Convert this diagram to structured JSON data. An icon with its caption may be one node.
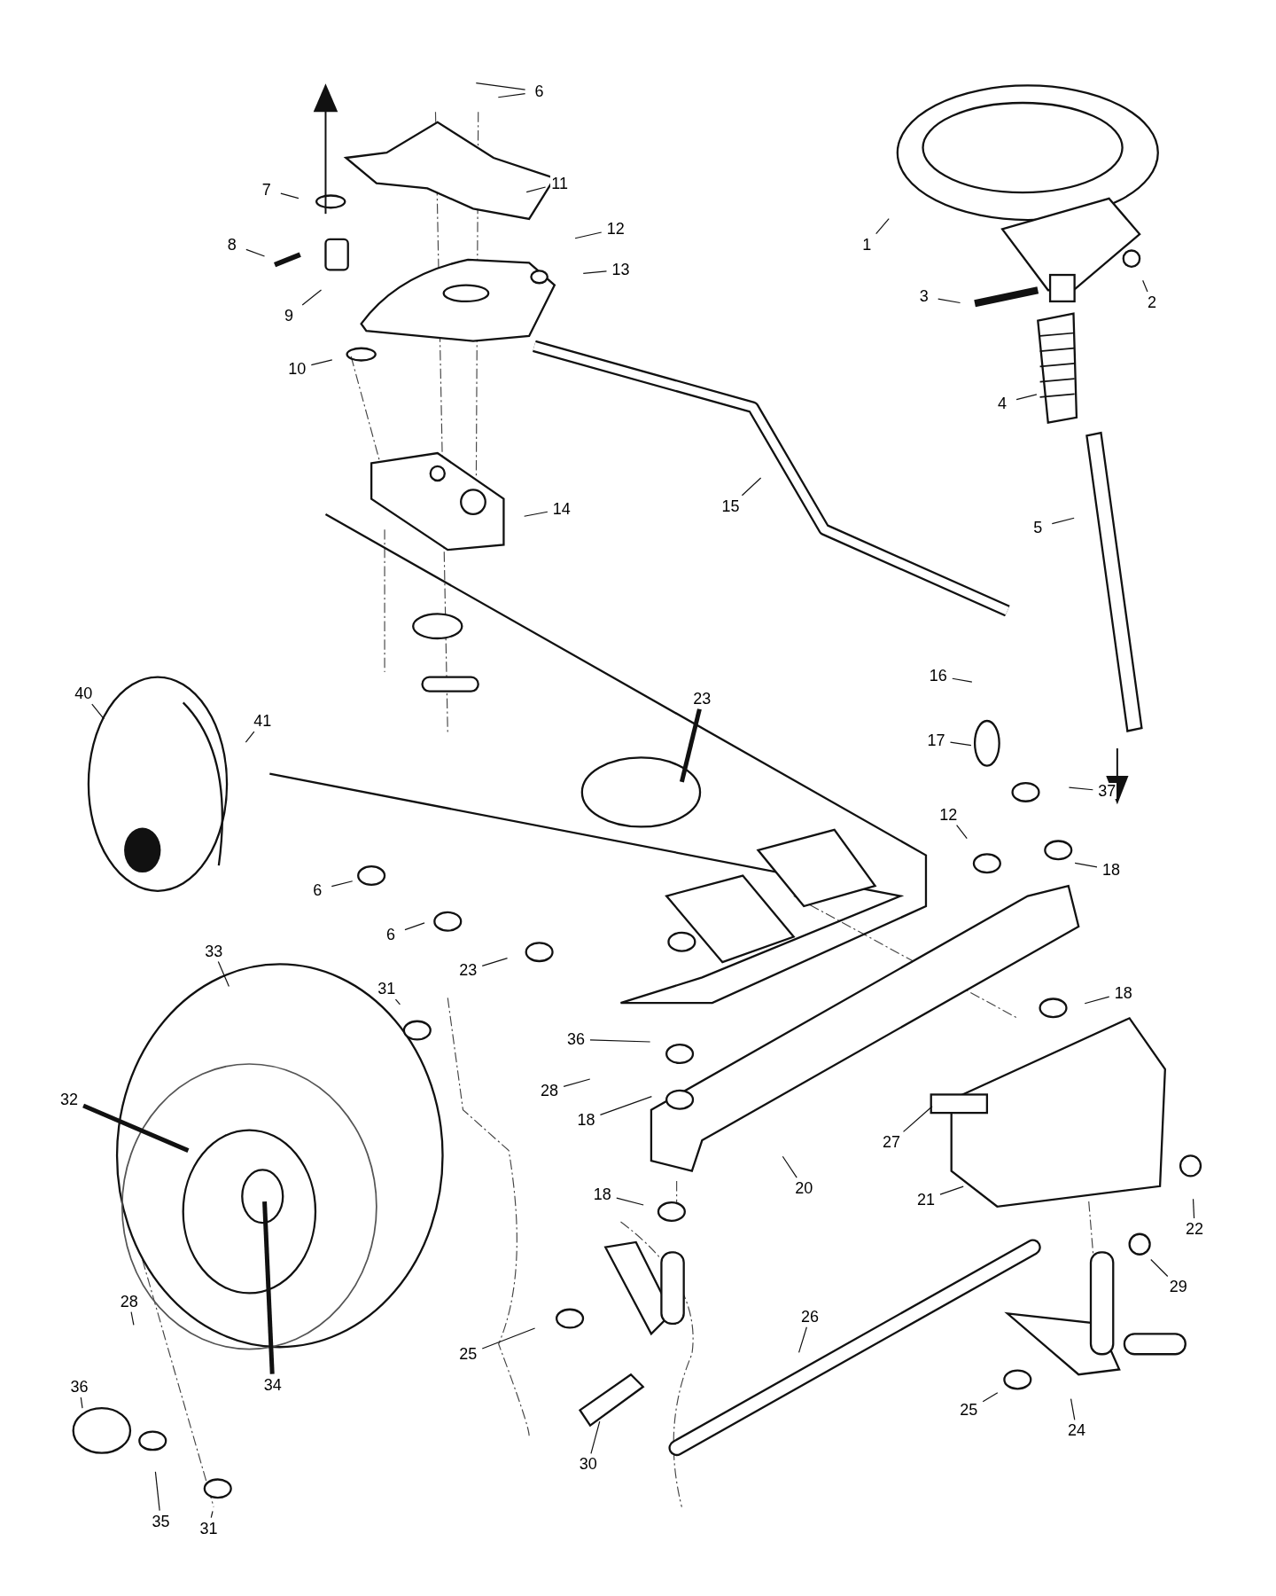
{
  "diagram": {
    "nodes": [
      {
        "text": [
          "6"
        ]
      },
      {
        "text": [
          "7"
        ]
      },
      {
        "text": [
          "11"
        ]
      },
      {
        "text": [
          "1"
        ]
      },
      {
        "text": [
          "8"
        ]
      },
      {
        "text": [
          "12"
        ]
      },
      {
        "text": [
          "13"
        ]
      },
      {
        "text": [
          "2"
        ]
      },
      {
        "text": [
          "3"
        ]
      },
      {
        "text": [
          "9"
        ]
      },
      {
        "text": [
          "10"
        ]
      },
      {
        "text": [
          "4"
        ]
      },
      {
        "text": [
          "14"
        ]
      },
      {
        "text": [
          "15"
        ]
      },
      {
        "text": [
          "5"
        ]
      },
      {
        "text": [
          "16"
        ]
      },
      {
        "text": [
          "40"
        ]
      },
      {
        "text": [
          "23"
        ]
      },
      {
        "text": [
          "41"
        ]
      },
      {
        "text": [
          "17"
        ]
      },
      {
        "text": [
          "37"
        ]
      },
      {
        "text": [
          "12"
        ]
      },
      {
        "text": [
          "18"
        ]
      },
      {
        "text": [
          "6"
        ]
      },
      {
        "text": [
          "6"
        ]
      },
      {
        "text": [
          "33"
        ]
      },
      {
        "text": [
          "23"
        ]
      },
      {
        "text": [
          "31"
        ]
      },
      {
        "text": [
          "18"
        ]
      },
      {
        "text": [
          "36"
        ]
      },
      {
        "text": [
          "28"
        ]
      },
      {
        "text": [
          "32"
        ]
      },
      {
        "text": [
          "18"
        ]
      },
      {
        "text": [
          "27"
        ]
      },
      {
        "text": [
          "20"
        ]
      },
      {
        "text": [
          "18"
        ]
      },
      {
        "text": [
          "21"
        ]
      },
      {
        "text": [
          "22"
        ]
      },
      {
        "text": [
          "29"
        ]
      },
      {
        "text": [
          "28"
        ]
      },
      {
        "text": [
          "26"
        ]
      },
      {
        "text": [
          "25"
        ]
      },
      {
        "text": [
          "34"
        ]
      },
      {
        "text": [
          "36"
        ]
      },
      {
        "text": [
          "25"
        ]
      },
      {
        "text": [
          "24"
        ]
      },
      {
        "text": [
          "30"
        ]
      },
      {
        "text": [
          "35"
        ]
      },
      {
        "text": [
          "31"
        ]
      }
    ],
    "edges": [
      {
        "from": 0,
        "to": null,
        "arrow": "none"
      },
      {
        "from": 0,
        "to": null,
        "arrow": "none"
      },
      {
        "from": 1,
        "to": null,
        "arrow": "none"
      },
      {
        "from": 2,
        "to": null,
        "arrow": "none"
      },
      {
        "from": 3,
        "to": null,
        "arrow": "none"
      },
      {
        "from": 4,
        "to": null,
        "arrow": "none"
      },
      {
        "from": 5,
        "to": null,
        "arrow": "none"
      },
      {
        "from": 6,
        "to": null,
        "arrow": "none"
      },
      {
        "from": 7,
        "to": null,
        "arrow": "none"
      },
      {
        "from": 8,
        "to": null,
        "arrow": "none"
      },
      {
        "from": 9,
        "to": null,
        "arrow": "none"
      },
      {
        "from": 10,
        "to": null,
        "arrow": "none"
      },
      {
        "from": 11,
        "to": null,
        "arrow": "none"
      },
      {
        "from": 12,
        "to": null,
        "arrow": "none"
      },
      {
        "from": 13,
        "to": null,
        "arrow": "none"
      },
      {
        "from": 14,
        "to": null,
        "arrow": "none"
      },
      {
        "from": 15,
        "to": null,
        "arrow": "none"
      },
      {
        "from": 16,
        "to": null,
        "arrow": "none"
      },
      {
        "from": 17,
        "to": null,
        "arrow": "none",
        "style": "thick"
      },
      {
        "from": 18,
        "to": null,
        "arrow": "none"
      },
      {
        "from": 19,
        "to": null,
        "arrow": "none"
      },
      {
        "from": 20,
        "to": null,
        "arrow": "none"
      },
      {
        "from": 21,
        "to": null,
        "arrow": "none"
      },
      {
        "from": 22,
        "to": null,
        "arrow": "none"
      },
      {
        "from": 23,
        "to": null,
        "arrow": "none"
      },
      {
        "from": 24,
        "to": null,
        "arrow": "none"
      },
      {
        "from": 25,
        "to": null,
        "arrow": "none"
      },
      {
        "from": 26,
        "to": null,
        "arrow": "none"
      },
      {
        "from": 27,
        "to": null,
        "arrow": "none"
      },
      {
        "from": 28,
        "to": null,
        "arrow": "none"
      },
      {
        "from": 29,
        "to": null,
        "arrow": "none"
      },
      {
        "from": 30,
        "to": null,
        "arrow": "none"
      },
      {
        "from": 31,
        "to": null,
        "arrow": "none",
        "style": "thick"
      },
      {
        "from": 32,
        "to": null,
        "arrow": "none"
      },
      {
        "from": 33,
        "to": null,
        "arrow": "none"
      },
      {
        "from": 34,
        "to": null,
        "arrow": "none"
      },
      {
        "from": 35,
        "to": null,
        "arrow": "none"
      },
      {
        "from": 36,
        "to": null,
        "arrow": "none"
      },
      {
        "from": 37,
        "to": null,
        "arrow": "none"
      },
      {
        "from": 38,
        "to": null,
        "arrow": "none"
      },
      {
        "from": 39,
        "to": null,
        "arrow": "none"
      },
      {
        "from": 40,
        "to": null,
        "arrow": "none"
      },
      {
        "from": 41,
        "to": null,
        "arrow": "none"
      },
      {
        "from": 42,
        "to": null,
        "arrow": "none",
        "style": "thick"
      },
      {
        "from": 43,
        "to": null,
        "arrow": "none"
      },
      {
        "from": 44,
        "to": null,
        "arrow": "none"
      },
      {
        "from": 45,
        "to": null,
        "arrow": "none"
      },
      {
        "from": 46,
        "to": null,
        "arrow": "none"
      },
      {
        "from": 47,
        "to": null,
        "arrow": "none"
      },
      {
        "from": 48,
        "to": null,
        "arrow": "none"
      }
    ]
  }
}
